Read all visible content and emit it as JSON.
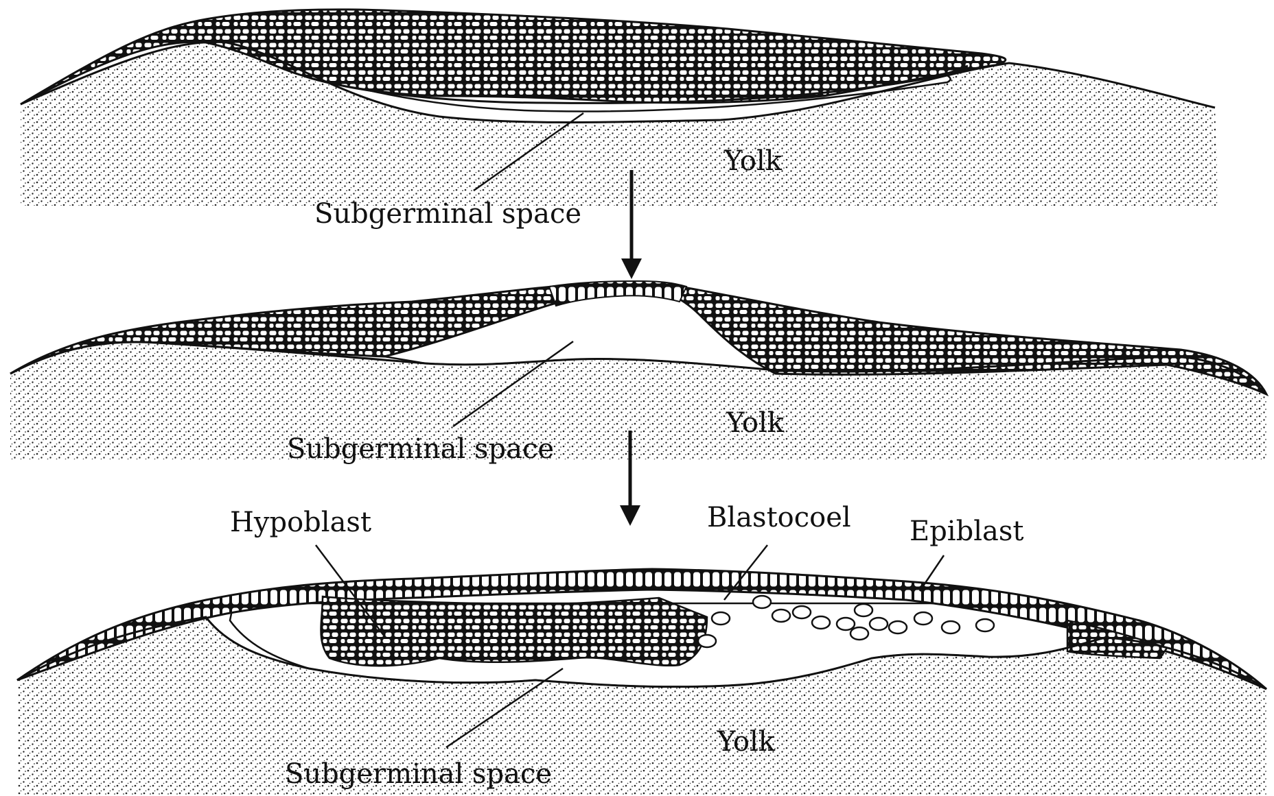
{
  "panels": [
    {
      "yolk_label": "Yolk",
      "subgerminal_label": "Subgerminal space"
    },
    {
      "yolk_label": "Yolk",
      "subgerminal_label": "Subgerminal space"
    },
    {
      "yolk_label": "Yolk",
      "subgerminal_label": "Subgerminal space",
      "hypoblast_label": "Hypoblast",
      "blastocoel_label": "Blastocoel",
      "epiblast_label": "Epiblast"
    }
  ],
  "colors": {
    "ink": "#111111",
    "paper": "#ffffff"
  }
}
